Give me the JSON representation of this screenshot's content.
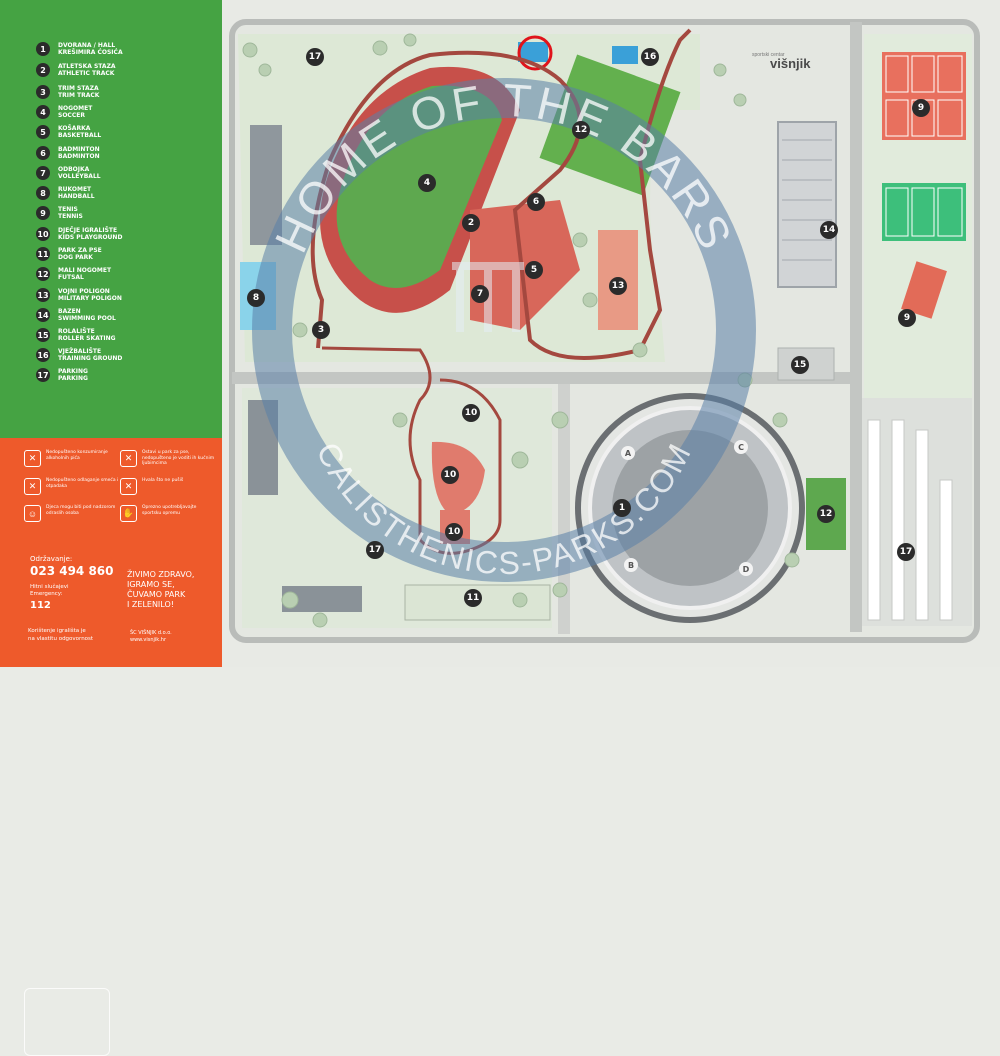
{
  "legend": {
    "items": [
      {
        "num": "1",
        "l1": "DVORANA / HALL",
        "l2": "KREŠIMIRA ĆOSIĆA"
      },
      {
        "num": "2",
        "l1": "ATLETSKA STAZA",
        "l2": "ATHLETIC TRACK"
      },
      {
        "num": "3",
        "l1": "TRIM STAZA",
        "l2": "TRIM TRACK"
      },
      {
        "num": "4",
        "l1": "NOGOMET",
        "l2": "SOCCER"
      },
      {
        "num": "5",
        "l1": "KOŠARKA",
        "l2": "BASKETBALL"
      },
      {
        "num": "6",
        "l1": "BADMINTON",
        "l2": "BADMINTON"
      },
      {
        "num": "7",
        "l1": "ODBOJKA",
        "l2": "VOLLEYBALL"
      },
      {
        "num": "8",
        "l1": "RUKOMET",
        "l2": "HANDBALL"
      },
      {
        "num": "9",
        "l1": "TENIS",
        "l2": "TENNIS"
      },
      {
        "num": "10",
        "l1": "DJEČJE IGRALIŠTE",
        "l2": "KIDS PLAYGROUND"
      },
      {
        "num": "11",
        "l1": "PARK ZA PSE",
        "l2": "DOG PARK"
      },
      {
        "num": "12",
        "l1": "MALI NOGOMET",
        "l2": "FUTSAL"
      },
      {
        "num": "13",
        "l1": "VOJNI POLIGON",
        "l2": "MILITARY POLIGON"
      },
      {
        "num": "14",
        "l1": "BAZEN",
        "l2": "SWIMMING POOL"
      },
      {
        "num": "15",
        "l1": "ROLALIŠTE",
        "l2": "ROLLER SKATING"
      },
      {
        "num": "16",
        "l1": "VJEŽBALIŠTE",
        "l2": "TRAINING GROUND"
      },
      {
        "num": "17",
        "l1": "PARKING",
        "l2": "PARKING"
      }
    ]
  },
  "rules": [
    {
      "icon": "no-alcohol-icon",
      "glyph": "✕",
      "text": "Nedopušteno konzumiranje alkoholnih pića"
    },
    {
      "icon": "no-dogs-icon",
      "glyph": "✕",
      "text": "Ostavi u park za pse, nedopušteno je voditi ih kućnim ljubimcima"
    },
    {
      "icon": "no-litter-icon",
      "glyph": "✕",
      "text": "Nedopušteno odlaganje smeća i otpadaka"
    },
    {
      "icon": "no-smoking-icon",
      "glyph": "✕",
      "text": "Hvala što ne pušiš"
    },
    {
      "icon": "children-supervision-icon",
      "glyph": "☺",
      "text": "Djeca mogu biti pod nadzorom odraslih osoba"
    },
    {
      "icon": "equipment-icon",
      "glyph": "✋",
      "text": "Oprezno upotrebljavajte sportsku opremu"
    }
  ],
  "contact": {
    "label": "Održavanje:",
    "phone": "023 494 860",
    "emergency_label1": "Hitni slučajevi",
    "emergency_label2": "Emergency:",
    "emergency_number": "112",
    "note1": "Korištenje igrališta je",
    "note2": "na vlastitu odgovornost",
    "slogan": [
      "ŽIVIMO ZDRAVO,",
      "IGRAMO SE,",
      "ČUVAMO PARK",
      "I ZELENILO!"
    ],
    "company": "ŠC VIŠNJIK d.o.o.",
    "website": "www.visnjik.hr"
  },
  "brand": {
    "small": "sportski centar",
    "name": "višnjik"
  },
  "watermark": {
    "line1": "HOME OF THE BARS",
    "line2": "CALISTHENICS-PARKS.COM"
  },
  "pins": [
    {
      "label": "17",
      "kind": "dark"
    },
    {
      "label": "16",
      "kind": "dark"
    },
    {
      "label": "12",
      "kind": "dark"
    },
    {
      "label": "4",
      "kind": "dark"
    },
    {
      "label": "2",
      "kind": "dark"
    },
    {
      "label": "6",
      "kind": "dark"
    },
    {
      "label": "5",
      "kind": "dark"
    },
    {
      "label": "7",
      "kind": "dark"
    },
    {
      "label": "13",
      "kind": "dark"
    },
    {
      "label": "8",
      "kind": "dark"
    },
    {
      "label": "3",
      "kind": "dark"
    },
    {
      "label": "14",
      "kind": "dark"
    },
    {
      "label": "9",
      "kind": "dark"
    },
    {
      "label": "9",
      "kind": "dark"
    },
    {
      "label": "15",
      "kind": "dark"
    },
    {
      "label": "10",
      "kind": "dark"
    },
    {
      "label": "10",
      "kind": "dark"
    },
    {
      "label": "10",
      "kind": "dark"
    },
    {
      "label": "1",
      "kind": "dark"
    },
    {
      "label": "12",
      "kind": "dark"
    },
    {
      "label": "17",
      "kind": "dark"
    },
    {
      "label": "17",
      "kind": "dark"
    },
    {
      "label": "11",
      "kind": "dark"
    },
    {
      "label": "A",
      "kind": "light"
    },
    {
      "label": "B",
      "kind": "light"
    },
    {
      "label": "C",
      "kind": "light"
    },
    {
      "label": "D",
      "kind": "light"
    }
  ],
  "colors": {
    "legend_green": "#45a343",
    "info_orange": "#ee5a2b",
    "track_red": "#c7504a",
    "field_green": "#5ea84f",
    "tennis_red": "#e8705e",
    "tennis_green": "#3dbf7b",
    "pool_blue": "#8ad3ea",
    "watermark_blue": "#5a7fa8",
    "highlight_red": "#e0131b"
  }
}
